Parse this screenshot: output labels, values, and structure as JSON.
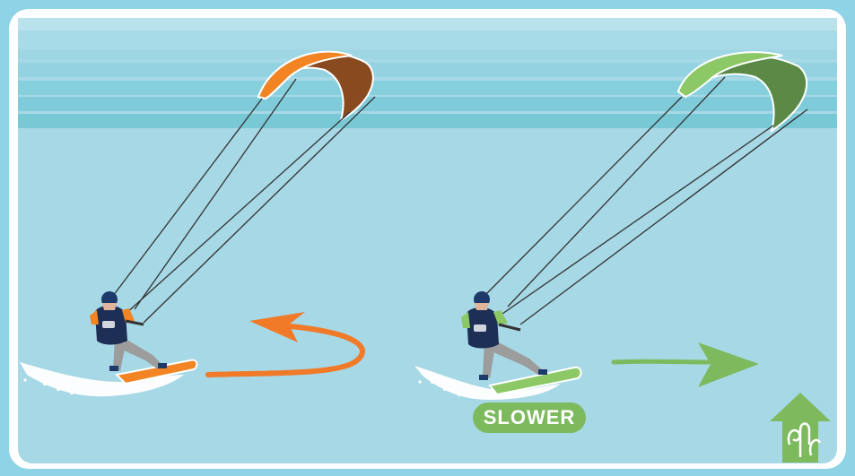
{
  "label": {
    "text": "SLOWER"
  },
  "colors": {
    "frame": "#9dd7e6",
    "water": "#a7d8e6",
    "horizon_band": "#7fcfdd",
    "orange_kite": "#f28424",
    "orange_kite_dark": "#8a4a1f",
    "green_kite": "#8cc866",
    "green_kite_dark": "#5a8a46",
    "orange_arrow": "#f07a28",
    "green_arrow": "#7dba5e",
    "pill": "#7dba5e",
    "logo": "#7dba5e"
  },
  "icons": {
    "orange_arrow": "curved-arrow-left",
    "green_arrow": "arrow-right",
    "logo": "wind-up-arrow-logo"
  }
}
